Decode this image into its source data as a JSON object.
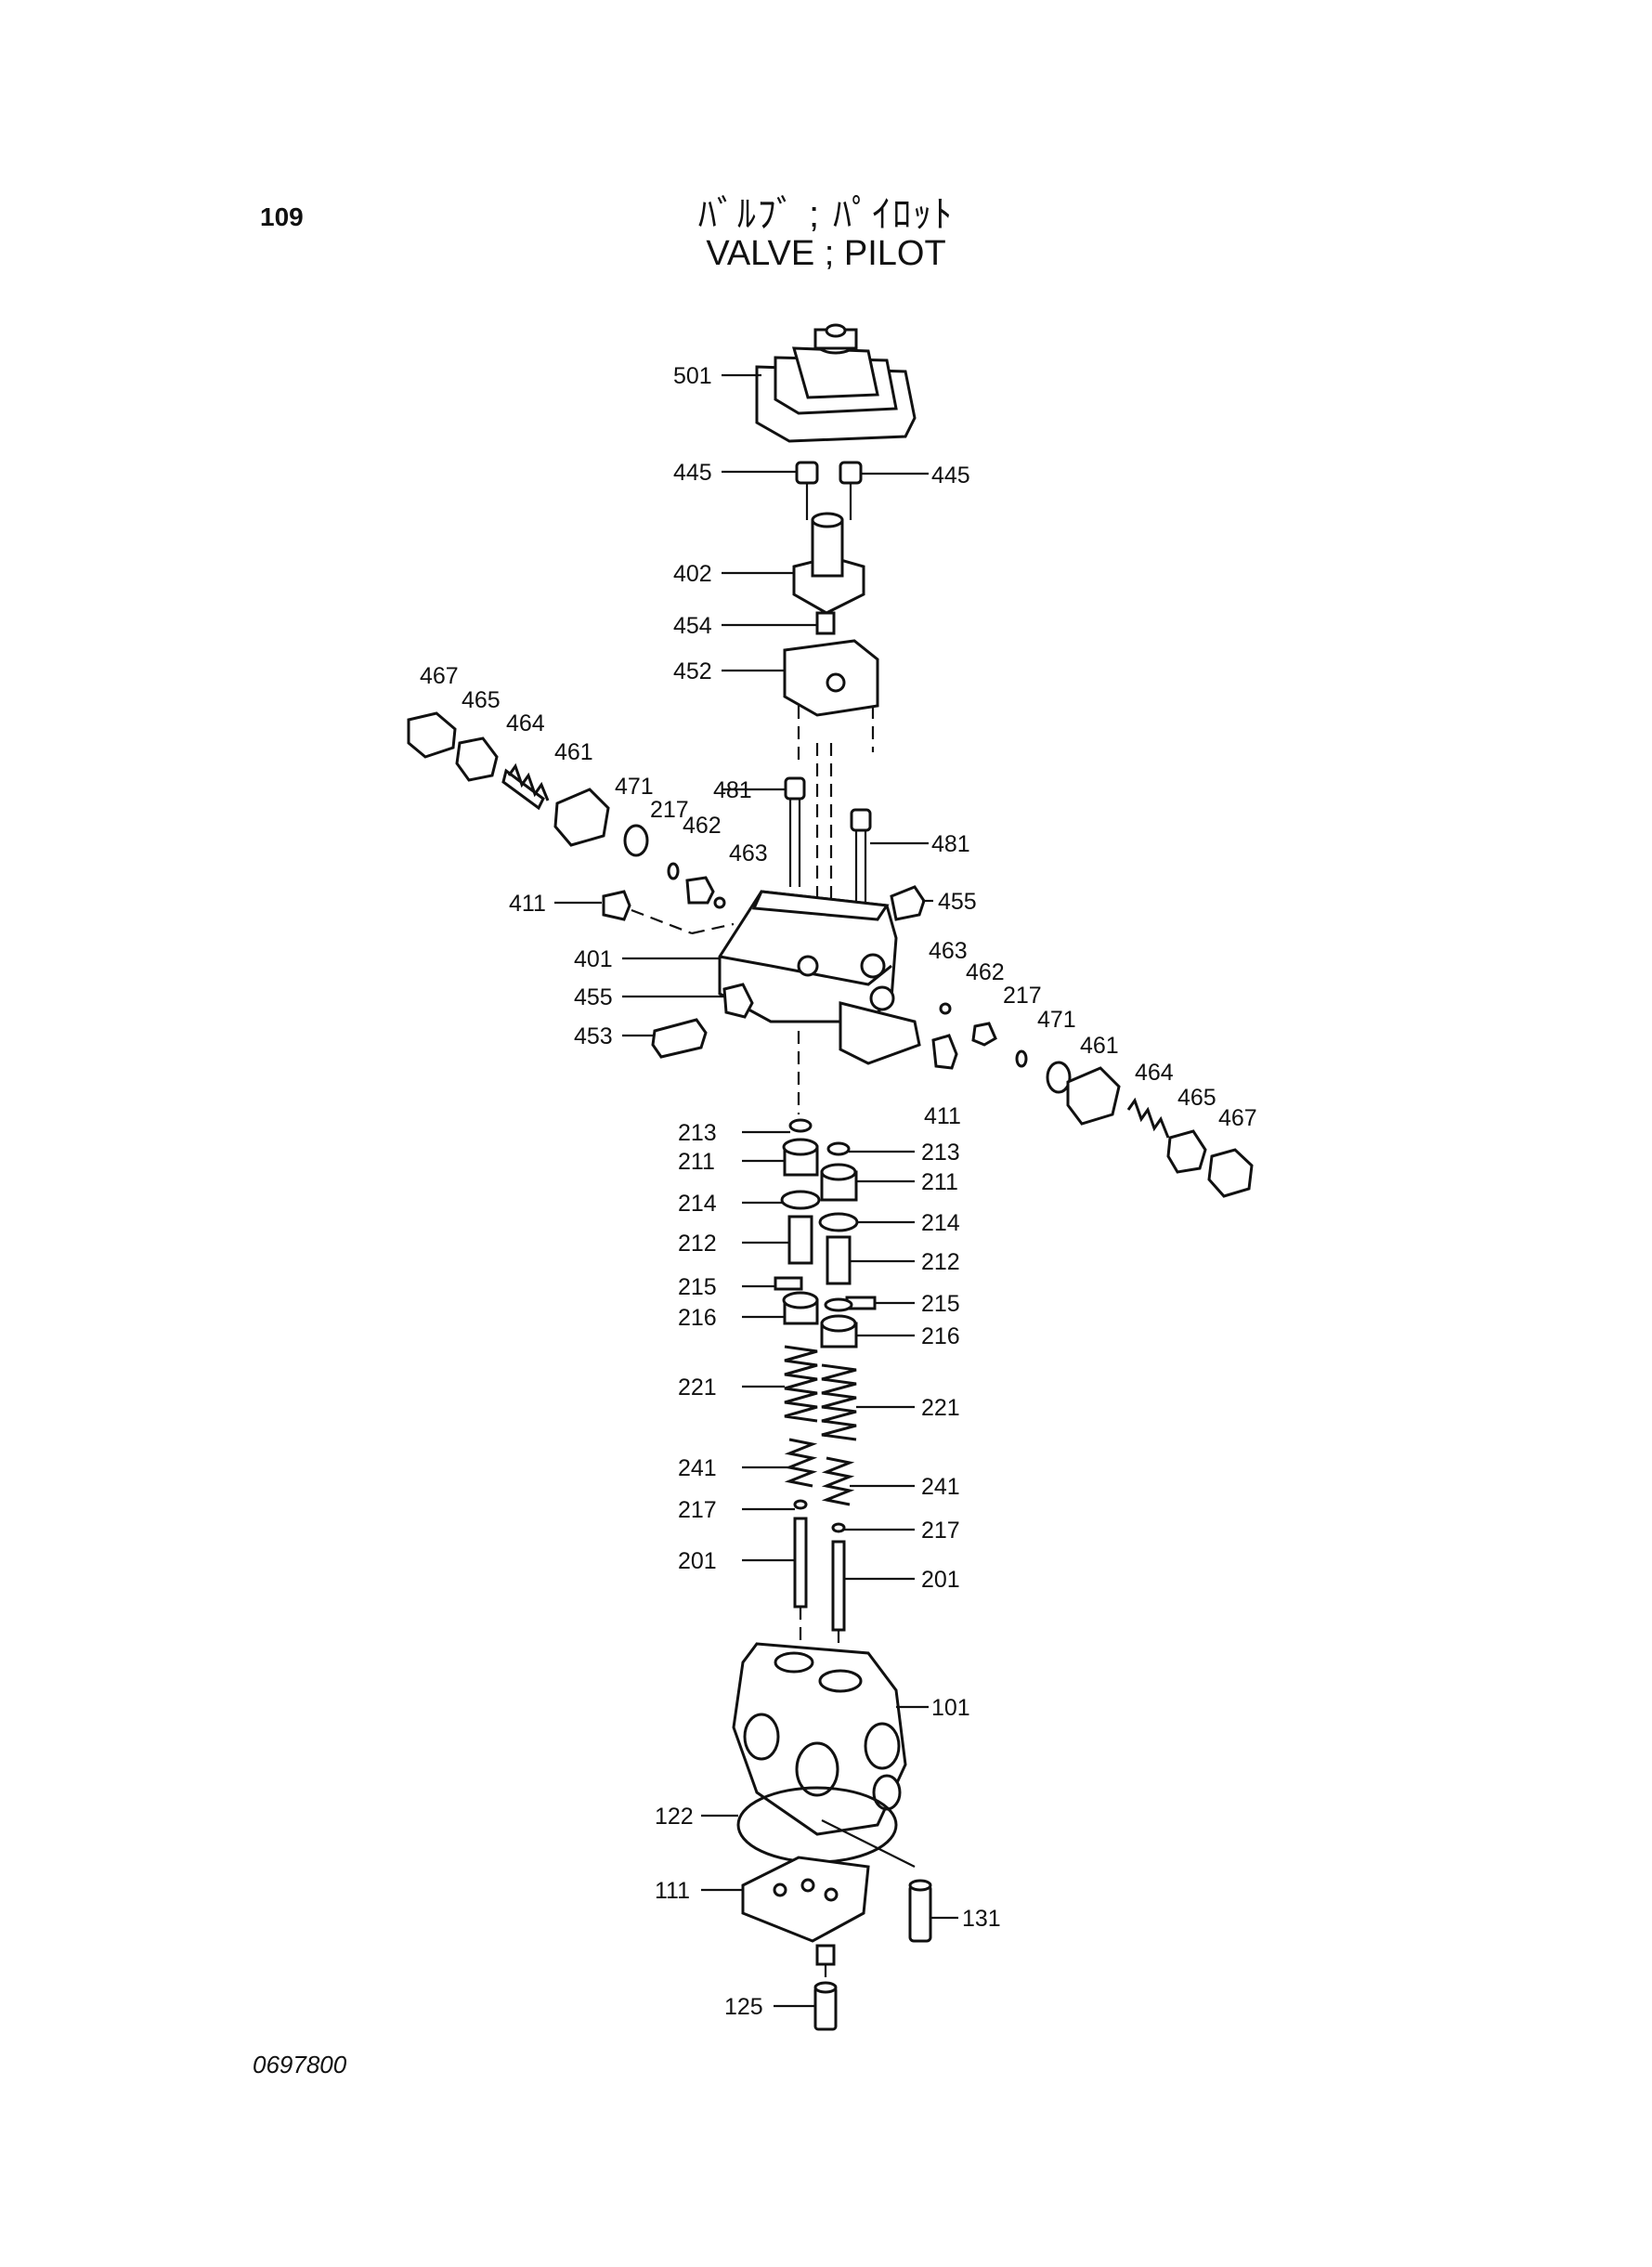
{
  "header": {
    "page_number": "109",
    "title_jp": "ﾊﾞﾙﾌﾞ ; ﾊﾟｲﾛｯﾄ",
    "title_en": "VALVE ; PILOT"
  },
  "footer": {
    "document_code": "0697800"
  },
  "parts": [
    {
      "id": "p501",
      "label": "501"
    },
    {
      "id": "p445a",
      "label": "445"
    },
    {
      "id": "p445b",
      "label": "445"
    },
    {
      "id": "p402",
      "label": "402"
    },
    {
      "id": "p454",
      "label": "454"
    },
    {
      "id": "p452",
      "label": "452"
    },
    {
      "id": "p467a",
      "label": "467"
    },
    {
      "id": "p465a",
      "label": "465"
    },
    {
      "id": "p464a",
      "label": "464"
    },
    {
      "id": "p461a",
      "label": "461"
    },
    {
      "id": "p471a",
      "label": "471"
    },
    {
      "id": "p217a",
      "label": "217"
    },
    {
      "id": "p462a",
      "label": "462"
    },
    {
      "id": "p463a",
      "label": "463"
    },
    {
      "id": "p481a",
      "label": "481"
    },
    {
      "id": "p481b",
      "label": "481"
    },
    {
      "id": "p411a",
      "label": "411"
    },
    {
      "id": "p455a",
      "label": "455"
    },
    {
      "id": "p401",
      "label": "401"
    },
    {
      "id": "p455b",
      "label": "455"
    },
    {
      "id": "p453",
      "label": "453"
    },
    {
      "id": "p463b",
      "label": "463"
    },
    {
      "id": "p462b",
      "label": "462"
    },
    {
      "id": "p217b",
      "label": "217"
    },
    {
      "id": "p471b",
      "label": "471"
    },
    {
      "id": "p461b",
      "label": "461"
    },
    {
      "id": "p464b",
      "label": "464"
    },
    {
      "id": "p465b",
      "label": "465"
    },
    {
      "id": "p467b",
      "label": "467"
    },
    {
      "id": "p411b",
      "label": "411"
    },
    {
      "id": "p213a",
      "label": "213"
    },
    {
      "id": "p213b",
      "label": "213"
    },
    {
      "id": "p211a",
      "label": "211"
    },
    {
      "id": "p211b",
      "label": "211"
    },
    {
      "id": "p214a",
      "label": "214"
    },
    {
      "id": "p214b",
      "label": "214"
    },
    {
      "id": "p212a",
      "label": "212"
    },
    {
      "id": "p212b",
      "label": "212"
    },
    {
      "id": "p215a",
      "label": "215"
    },
    {
      "id": "p215b",
      "label": "215"
    },
    {
      "id": "p216a",
      "label": "216"
    },
    {
      "id": "p216b",
      "label": "216"
    },
    {
      "id": "p221a",
      "label": "221"
    },
    {
      "id": "p221b",
      "label": "221"
    },
    {
      "id": "p241a",
      "label": "241"
    },
    {
      "id": "p241b",
      "label": "241"
    },
    {
      "id": "p217c",
      "label": "217"
    },
    {
      "id": "p217d",
      "label": "217"
    },
    {
      "id": "p201a",
      "label": "201"
    },
    {
      "id": "p201b",
      "label": "201"
    },
    {
      "id": "p101",
      "label": "101"
    },
    {
      "id": "p122",
      "label": "122"
    },
    {
      "id": "p111",
      "label": "111"
    },
    {
      "id": "p131",
      "label": "131"
    },
    {
      "id": "p125",
      "label": "125"
    }
  ]
}
